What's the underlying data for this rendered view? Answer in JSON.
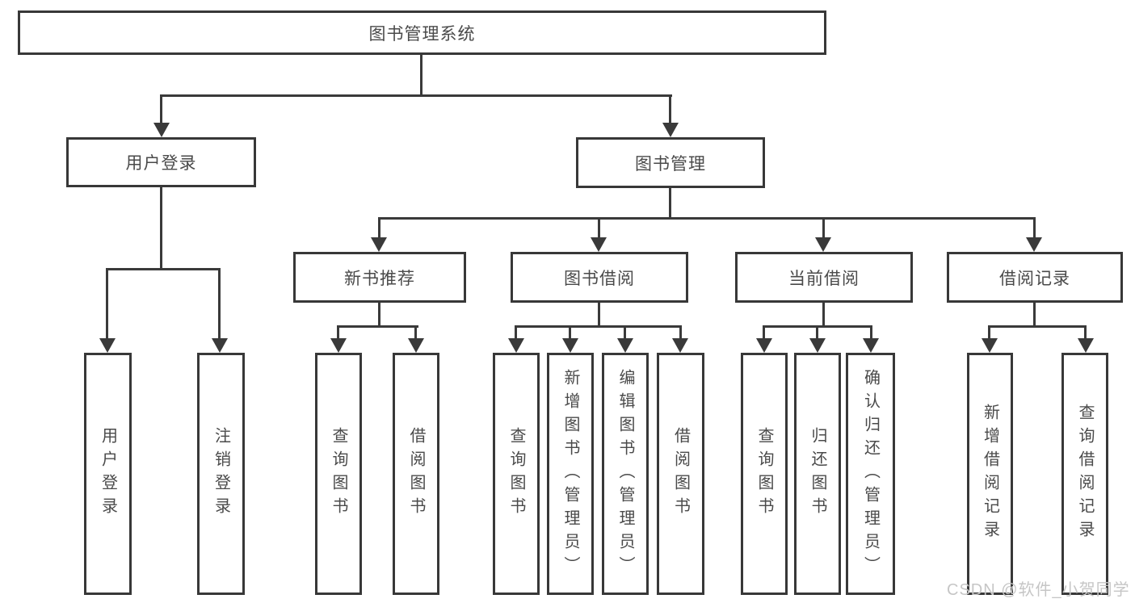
{
  "colors": {
    "line": "#3a3a3a",
    "box_border": "#383838",
    "text": "#4a4a4a",
    "watermark": "#c6c6c6",
    "background": "#ffffff"
  },
  "tree": {
    "root": {
      "label": "图书管理系统"
    },
    "branches": [
      {
        "label": "用户登录",
        "children": [
          {
            "label": "用户登录"
          },
          {
            "label": "注销登录"
          }
        ]
      },
      {
        "label": "图书管理",
        "children": [
          {
            "label": "新书推荐",
            "children": [
              {
                "label": "查询图书"
              },
              {
                "label": "借阅图书"
              }
            ]
          },
          {
            "label": "图书借阅",
            "children": [
              {
                "label": "查询图书"
              },
              {
                "label": "新增图书（管理员）"
              },
              {
                "label": "编辑图书（管理员）"
              },
              {
                "label": "借阅图书"
              }
            ]
          },
          {
            "label": "当前借阅",
            "children": [
              {
                "label": "查询图书"
              },
              {
                "label": "归还图书"
              },
              {
                "label": "确认归还（管理员）"
              }
            ]
          },
          {
            "label": "借阅记录",
            "children": [
              {
                "label": "新增借阅记录"
              },
              {
                "label": "查询借阅记录"
              }
            ]
          }
        ]
      }
    ]
  },
  "watermark": {
    "text": "CSDN @软件_小贺同学"
  }
}
